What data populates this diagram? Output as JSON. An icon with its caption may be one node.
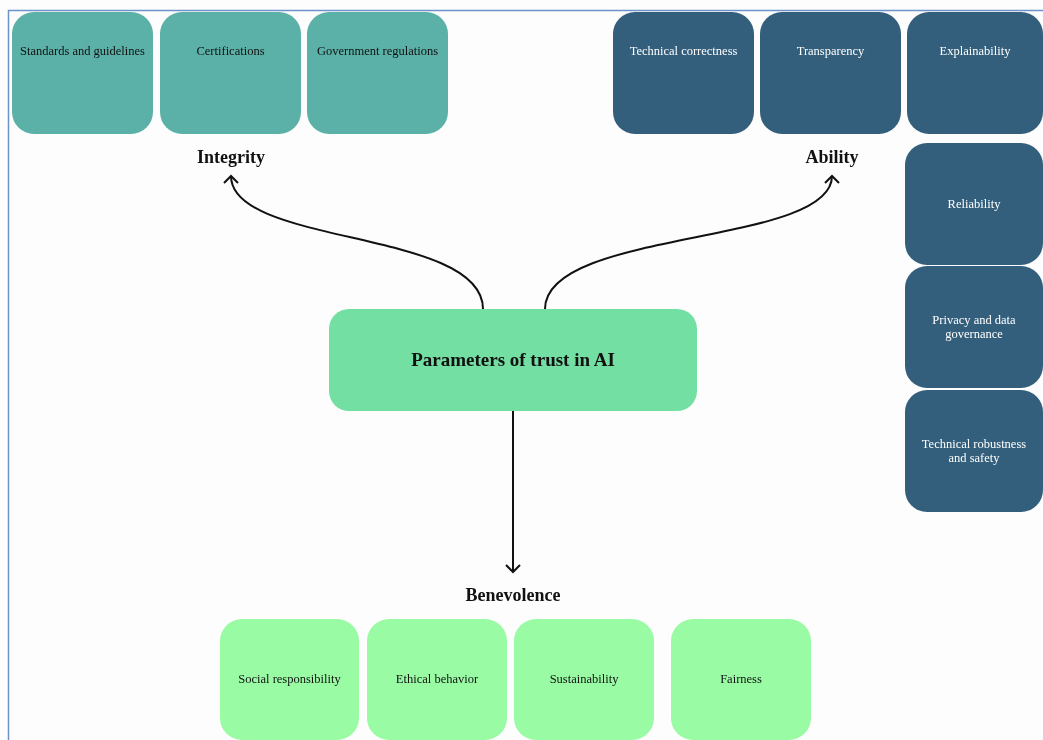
{
  "diagram": {
    "nodes": [
      {
        "text": [
          "Parameters of trust in AI"
        ]
      },
      {
        "text": [
          "Integrity"
        ]
      },
      {
        "text": [
          "Ability"
        ]
      },
      {
        "text": [
          "Benevolence"
        ]
      },
      {
        "text": [
          "Standards and guidelines"
        ]
      },
      {
        "text": [
          "Certifications"
        ]
      },
      {
        "text": [
          "Government regulations"
        ]
      },
      {
        "text": [
          "Technical correctness"
        ]
      },
      {
        "text": [
          "Transparency"
        ]
      },
      {
        "text": [
          "Explainability"
        ]
      },
      {
        "text": [
          "Reliability"
        ]
      },
      {
        "text": [
          "Privacy and data governance"
        ]
      },
      {
        "text": [
          "Technical robustness and safety"
        ]
      },
      {
        "text": [
          "Social responsibility"
        ]
      },
      {
        "text": [
          "Ethical behavior"
        ]
      },
      {
        "text": [
          "Sustainability"
        ]
      },
      {
        "text": [
          "Fairness"
        ]
      }
    ],
    "edges": [
      {
        "from": 0,
        "to": 1,
        "arrow": "to"
      },
      {
        "from": 0,
        "to": 2,
        "arrow": "to"
      },
      {
        "from": 0,
        "to": 3,
        "arrow": "to"
      }
    ]
  }
}
